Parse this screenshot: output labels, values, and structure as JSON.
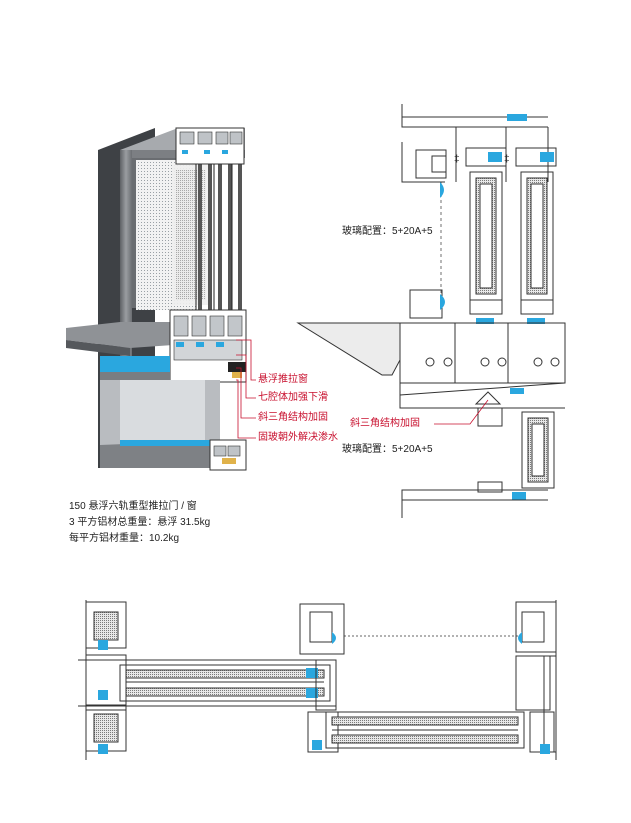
{
  "annotations": {
    "suspended_track": "悬浮推拉窗",
    "seven_cavity": "七腔体加强下滑",
    "triangle_reinforce": "斜三角结构加固",
    "drainage": "固玻朝外解决渗水"
  },
  "section": {
    "glass_config_top": "玻璃配置：5+20A+5",
    "triangle_label": "斜三角结构加固",
    "glass_config_bottom": "玻璃配置：5+20A+5"
  },
  "specs": {
    "title": "150 悬浮六轨重型推拉门 / 窗",
    "weight_total": "3 平方铝材总重量：悬浮 31.5kg",
    "weight_per_m2": "每平方铝材重量：10.2kg"
  },
  "colors": {
    "accent_blue": "#2aa7df",
    "annotation_red": "#c8102e",
    "line": "#333333",
    "aluminum": "#8a8d91"
  },
  "icons": {
    "render": "window-profile-3d-render",
    "section": "profile-cross-section-drawing",
    "plan": "horizontal-plan-drawing"
  }
}
